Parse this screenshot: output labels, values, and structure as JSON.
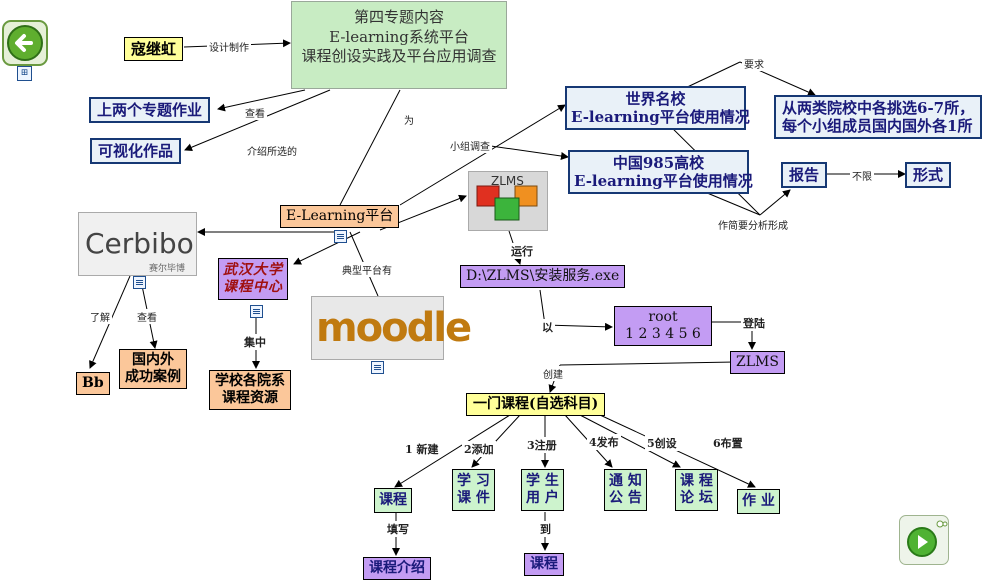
{
  "nav": {
    "back_icon": "back-arrow-icon",
    "map_icon": "sitemap-icon",
    "next_icon": "next-arrow-icon"
  },
  "nodes": {
    "author": "寇继虹",
    "title_line1": "第四专题内容",
    "title_line2": "E-learning系统平台",
    "title_line3": "课程创设实践及平台应用调查",
    "prev_homework": "上两个专题作业",
    "visual_work": "可视化作品",
    "elearning": "E-Learning平台",
    "world_line1": "世界名校",
    "world_line2": "E-learning平台使用情况",
    "china_line1": "中国985高校",
    "china_line2": "E-learning平台使用情况",
    "select_line1": "从两类院校中各挑选6-7所，",
    "select_line2": "每个小组成员国内国外各1所",
    "report": "报告",
    "form": "形式",
    "zlms_logo_text": "ZLMS",
    "cerbibo_text": "Cerbibo",
    "cerbibo_sub": "赛尔毕博",
    "moodle_text": "moodle",
    "whu_line1": "武汉大学",
    "whu_line2": "课程中心",
    "dept_line1": "学校各院系",
    "dept_line2": "课程资源",
    "bb": "Bb",
    "cases_line1": "国内外",
    "cases_line2": "成功案例",
    "installer": "D:\\ZLMS\\安装服务.exe",
    "root_line1": "root",
    "root_line2": "1 2 3 4 5 6",
    "zlms": "ZLMS",
    "course_pick": "一门课程(自选科目)",
    "course": "课程",
    "course_intro": "课程介绍",
    "courseware_line1": "学 习",
    "courseware_line2": "课 件",
    "students_line1": "学 生",
    "students_line2": "用 户",
    "notice_line1": "通 知",
    "notice_line2": "公 告",
    "forum_line1": "课 程",
    "forum_line2": "论 坛",
    "homework": "作 业",
    "course_bottom": "课程"
  },
  "edge_labels": {
    "design": "设计制作",
    "view": "查看",
    "introduce": "介绍所选的",
    "for": "为",
    "group_survey": "小组调查",
    "require": "要求",
    "not_limited": "不限",
    "brief_analysis": "作简要分析形成",
    "typical": "典型平台有",
    "run": "运行",
    "with": "以",
    "login": "登陆",
    "focus": "集中",
    "learn": "了解",
    "view2": "查看",
    "create": "创建",
    "step1": "1 新建",
    "step2": "2添加",
    "step3": "3注册",
    "step4": "4发布",
    "step5": "5创设",
    "step6": "6布置",
    "fill": "填写",
    "to": "到"
  },
  "colors": {
    "blue_border": "#163874",
    "peach": "#fbc79a",
    "purple": "#c39cf3",
    "green": "#cdf3cd",
    "yellow": "#ffff99",
    "title_green": "#c8ecc3"
  }
}
